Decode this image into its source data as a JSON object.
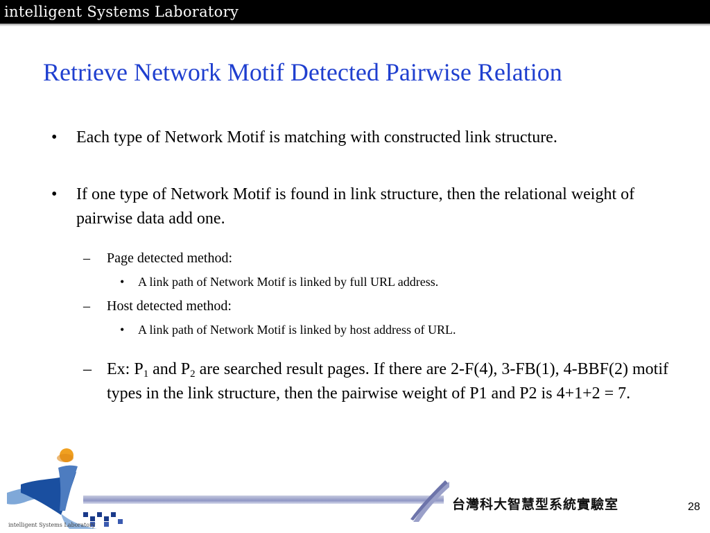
{
  "header": {
    "lab_name": "intelligent Systems Laboratory"
  },
  "slide": {
    "title": "Retrieve Network Motif Detected Pairwise Relation",
    "bullets": [
      {
        "text": "Each type of Network Motif is matching with constructed link structure."
      },
      {
        "text": "If one type of Network Motif is found in link structure, then the relational weight of pairwise data add one."
      }
    ],
    "methods": [
      {
        "label": "Page detected method:",
        "detail": "A link path of Network Motif is linked by full URL address."
      },
      {
        "label": "Host detected method:",
        "detail": "A link path of Network Motif is linked by host address of URL."
      }
    ],
    "example": {
      "part1": "Ex: P",
      "sub1": "1",
      "part2": " and P",
      "sub2": "2",
      "part3": " are searched result pages.  If there are 2-F(4), 3-FB(1), 4-BBF(2) motif types in the link structure, then the pairwise weight of P1 and P2 is 4+1+2 = 7."
    },
    "bullet_glyph": "•",
    "dash_glyph": "–"
  },
  "footer": {
    "chinese_title": "台灣科大智慧型系統實驗室",
    "logo_caption": "intelligent Systems Laboratory",
    "page_number": "28"
  },
  "colors": {
    "title": "#1f3fcf",
    "header_bg": "#000000",
    "logo_blue": "#1a4fa0",
    "logo_orange": "#f0a020"
  }
}
